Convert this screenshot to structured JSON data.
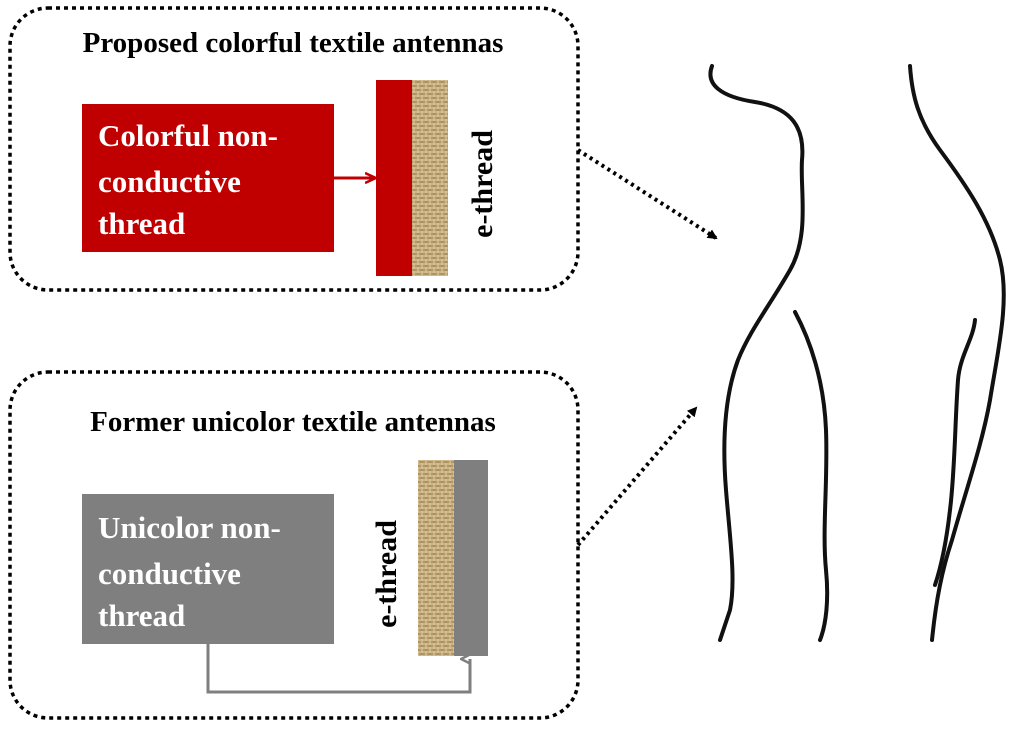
{
  "colors": {
    "accent_red": "#C00000",
    "unicolor_gray": "#7F7F7F",
    "thread_tan": "#C8B07E",
    "line_black": "#111111"
  },
  "panels": {
    "proposed": {
      "title": "Proposed colorful textile antennas",
      "box_lines": [
        "Colorful non-",
        "conductive",
        "thread"
      ],
      "side_label": "e-thread"
    },
    "former": {
      "title": "Former unicolor textile antennas",
      "box_lines": [
        "Unicolor non-",
        "conductive",
        "thread"
      ],
      "side_label": "e-thread"
    }
  }
}
